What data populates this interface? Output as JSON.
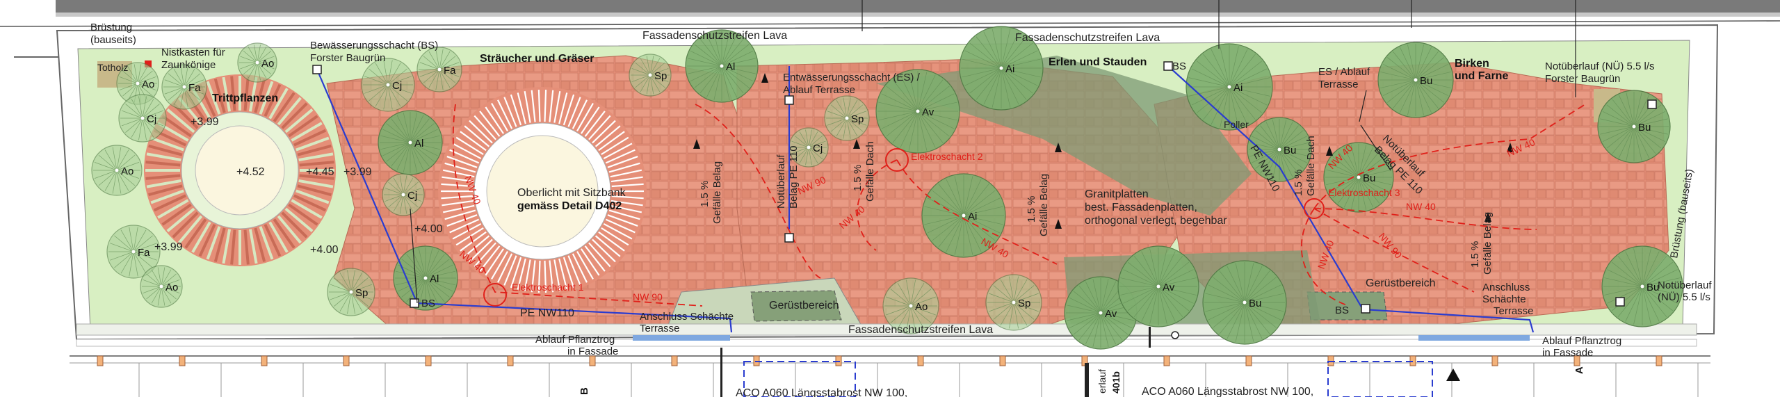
{
  "labels": {
    "bruestung_top": [
      "Brüstung",
      "(bauseits)"
    ],
    "totholz": "Totholz",
    "nistkasten": [
      "Nistkasten für",
      "Zaunkönige"
    ],
    "bewaesserung": [
      "Bewässerungsschacht (BS)",
      "Forster Baugrün"
    ],
    "straeucher": "Sträucher und Gräser",
    "fassadenschutz_top_left": "Fassadenschutzstreifen Lava",
    "fassadenschutz_top_mid": "Fassadenschutzstreifen Lava",
    "fassadenschutz_bottom": "Fassadenschutzstreifen Lava",
    "trittpflanzen": "Trittpflanzen",
    "oberlicht": "Oberlicht mit Sitzbank",
    "detail": "gemäss Detail D402",
    "entwaesserung": [
      "Entwässerungsschacht (ES) /",
      "Ablauf Terrasse"
    ],
    "erlen": "Erlen und Stauden",
    "es_ablauf": [
      "ES / Ablauf",
      "Terrasse"
    ],
    "birken": [
      "Birken",
      "und Farne"
    ],
    "notueberlauf_top": [
      "Notüberlauf (NÜ) 5.5 l/s",
      "Forster Baugrün"
    ],
    "notueberlauf_right": [
      "Notüberlauf",
      "(NÜ) 5.5 l/s"
    ],
    "bruestung_right": "Brüstung (bauseits)",
    "granit": [
      "Granitplatten",
      "best. Fassadenplatten,",
      "orthogonal verlegt, begehbar"
    ],
    "poller": "Poller",
    "geruestbereich_left": "Gerüstbereich",
    "geruestbereich_right": "Gerüstbereich",
    "anschluss_left": [
      "Anschluss Schächte",
      "Terrasse"
    ],
    "anschluss_right": [
      "Anschluss",
      "Schächte",
      "Terrasse"
    ],
    "ablauf_left": [
      "Ablauf Pflanztrog",
      "in Fassade"
    ],
    "ablauf_right": [
      "Ablauf Pflanztrog",
      "in Fassade"
    ],
    "aco_left": "ACO A060 Längsstabrost NW 100,",
    "aco_right": "ACO A060 Längsstabrost NW 100,",
    "notueberlauf_belag_left": [
      "Notüberlauf",
      "Belag PE 110"
    ],
    "notueberlauf_belag_right": [
      "Notüberlauf",
      "Belag PE 110"
    ],
    "gefaelle_belag": [
      "1.5 %",
      "Gefälle Belag"
    ],
    "gefaelle_dach": [
      "1.5 %",
      "Gefälle Dach"
    ],
    "pe_nw110": "PE NW110",
    "pe_nw110_diag": "PE NW110",
    "section_b": "B",
    "section_a": "A",
    "bottom_vertical": "erlauf",
    "bottom_401b": "401b"
  },
  "red_labels": {
    "elektro1": "Elektroschacht 1",
    "elektro2": "Elektroschacht 2",
    "elektro3": "Elektroschacht 3",
    "nw40": "NW 40",
    "nw90": "NW 90"
  },
  "elevations": [
    "+3.99",
    "+4.52",
    "+4.45",
    "+3.99",
    "+4.00",
    "+3.99",
    "+4.00"
  ],
  "trees": [
    {
      "code": "Ao"
    },
    {
      "code": "Fa"
    },
    {
      "code": "Cj"
    },
    {
      "code": "Ao"
    },
    {
      "code": "Fa"
    },
    {
      "code": "Ao"
    },
    {
      "code": "Ao"
    },
    {
      "code": "Cj"
    },
    {
      "code": "Fa"
    },
    {
      "code": "Al"
    },
    {
      "code": "Cj"
    },
    {
      "code": "Al"
    },
    {
      "code": "Sp"
    },
    {
      "code": "Sp"
    },
    {
      "code": "Al"
    },
    {
      "code": "Cj"
    },
    {
      "code": "Sp"
    },
    {
      "code": "Av"
    },
    {
      "code": "Ai"
    },
    {
      "code": "Ai"
    },
    {
      "code": "Ai"
    },
    {
      "code": "Bu"
    },
    {
      "code": "Bu"
    },
    {
      "code": "Bu"
    },
    {
      "code": "Ao"
    },
    {
      "code": "Sp"
    },
    {
      "code": "Av"
    },
    {
      "code": "Av"
    },
    {
      "code": "Bu"
    },
    {
      "code": "Bu"
    },
    {
      "code": "Bu"
    }
  ],
  "shafts": {
    "bs": "BS"
  },
  "colors": {
    "lawn": "#d8efc2",
    "planting": "#e58f78",
    "planting_dark": "#d4765f",
    "tree_canopy": "#7fae6f",
    "tree_canopy_light": "#a9cf97",
    "drain_blue": "#2a3ccf",
    "electric_red": "#e0201a",
    "gravel": "#eaf5d8"
  }
}
